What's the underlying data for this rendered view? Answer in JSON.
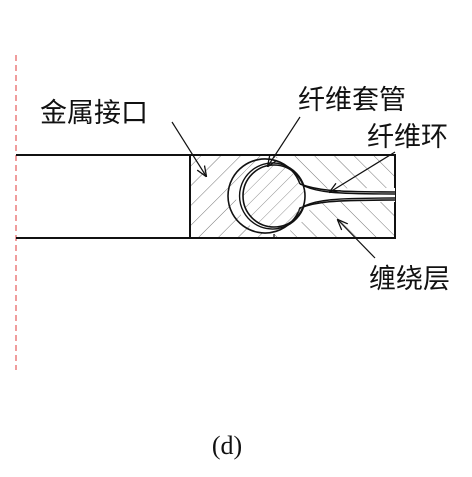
{
  "labels": {
    "metal_interface": "金属接口",
    "fiber_sleeve": "纤维套管",
    "fiber_ring": "纤维环",
    "winding_layer": "缠绕层"
  },
  "caption": "(d)",
  "colors": {
    "line": "#111111",
    "hatch": "#666666",
    "edge_mark": "#e23b3b",
    "background": "#ffffff"
  }
}
